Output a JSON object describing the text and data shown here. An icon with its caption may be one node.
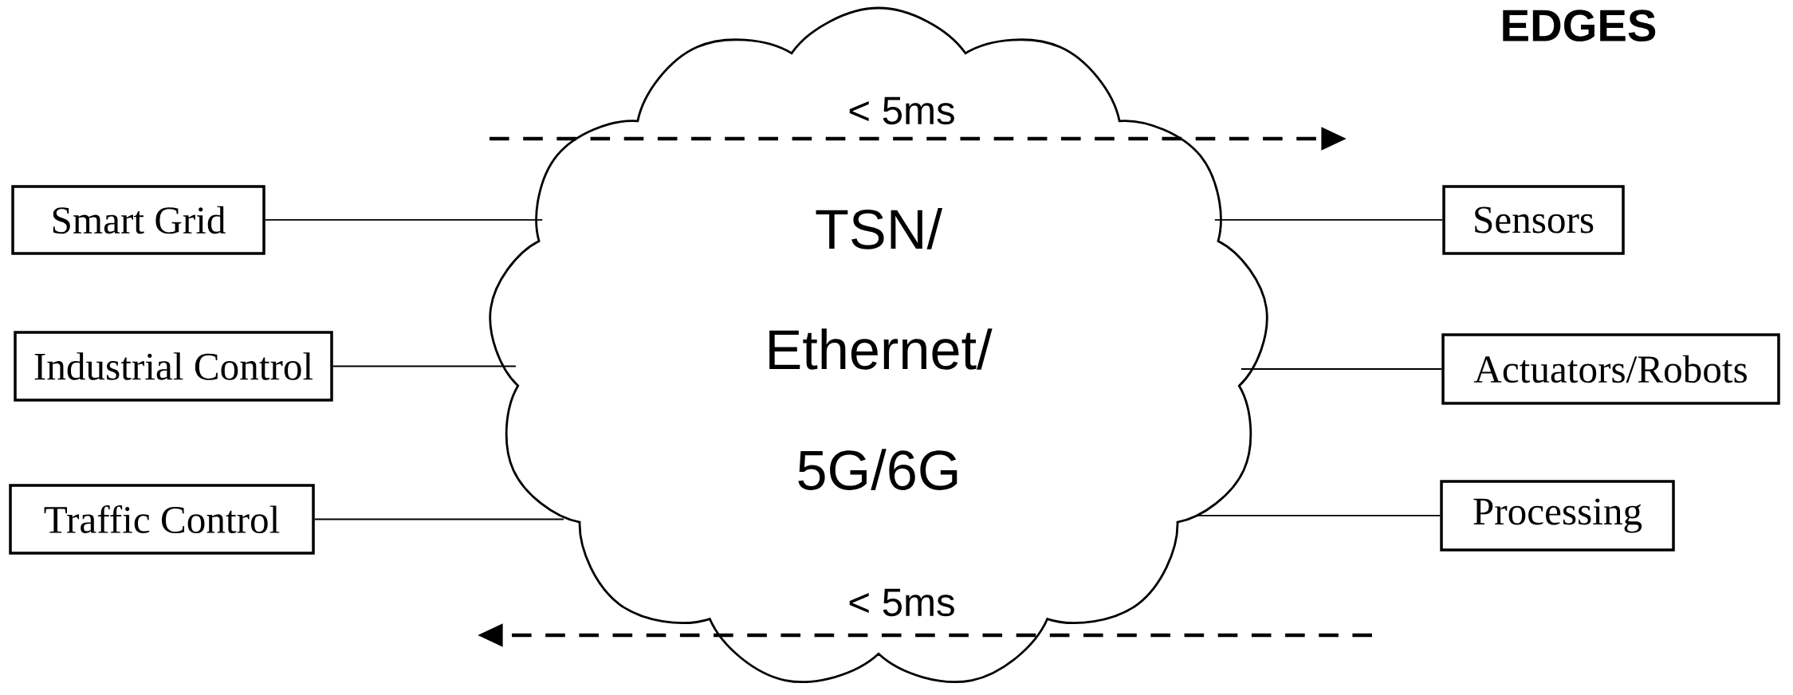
{
  "diagram": {
    "nodes": [
      {
        "text": [
          "TSN/ Ethernet/ 5G/6G"
        ]
      },
      {
        "text": [
          "Smart Grid"
        ]
      },
      {
        "text": [
          "Industrial Control"
        ]
      },
      {
        "text": [
          "Traffic Control"
        ]
      },
      {
        "text": [
          "Sensors"
        ]
      },
      {
        "text": [
          "Actuators/Robots"
        ]
      },
      {
        "text": [
          "Processing"
        ]
      }
    ],
    "edges": [
      {
        "from": 1,
        "to": 0,
        "arrow": "none"
      },
      {
        "from": 2,
        "to": 0,
        "arrow": "none"
      },
      {
        "from": 3,
        "to": 0,
        "arrow": "none"
      },
      {
        "from": 4,
        "to": 0,
        "arrow": "none"
      },
      {
        "from": 5,
        "to": 0,
        "arrow": "none"
      },
      {
        "from": 6,
        "to": 0,
        "arrow": "none"
      }
    ],
    "labels": [
      "EDGES",
      "< 5ms",
      "< 5ms"
    ]
  }
}
